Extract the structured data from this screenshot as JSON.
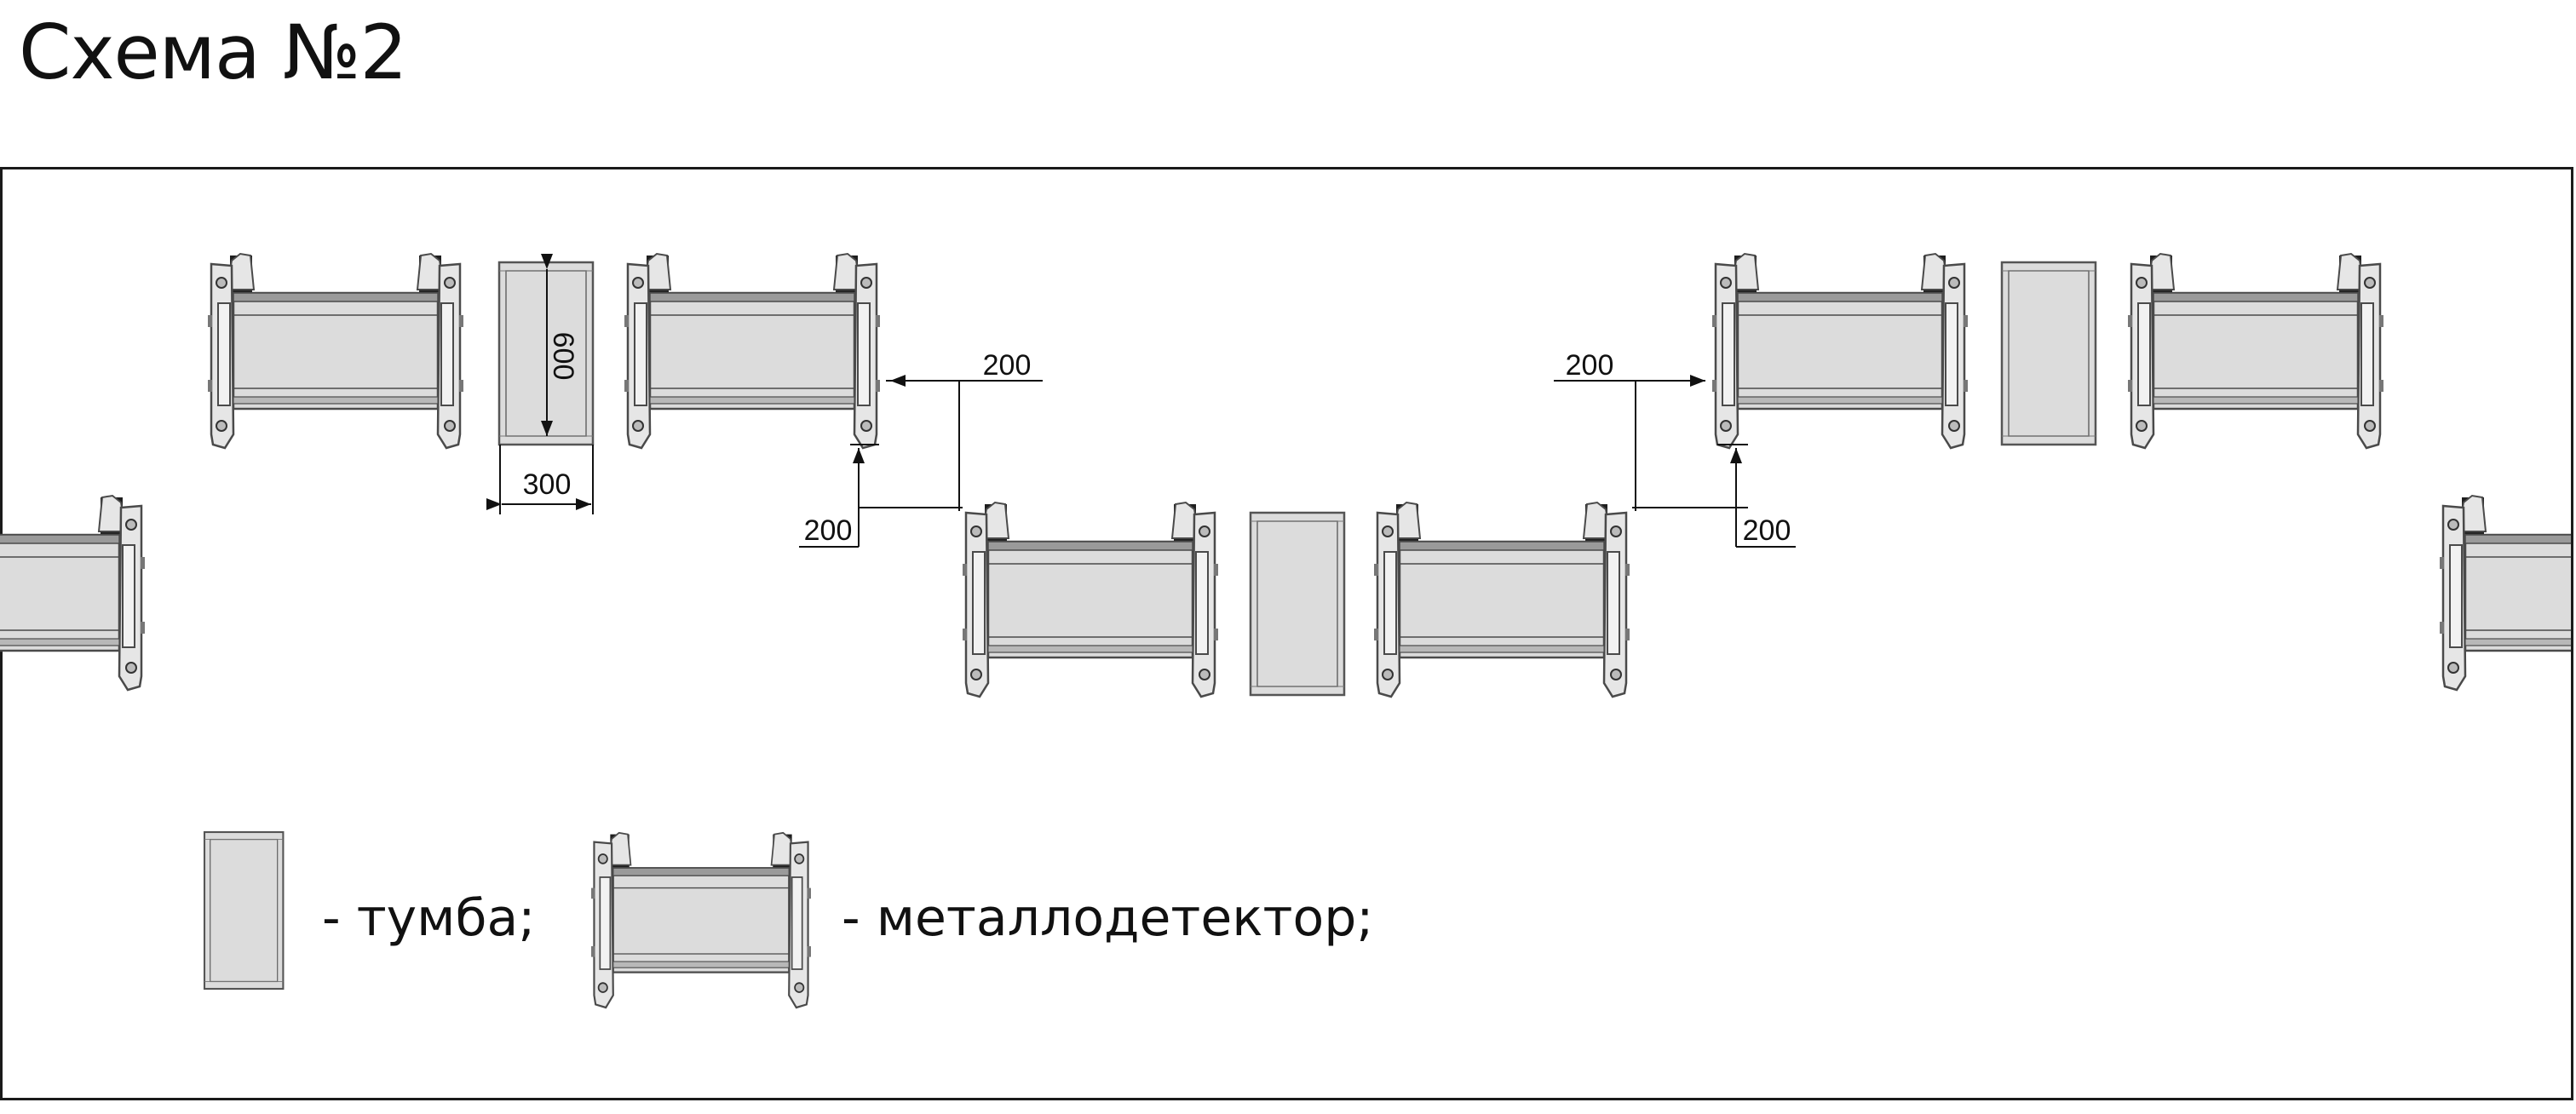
{
  "title": "Схема №2",
  "diagram": {
    "dimensions": {
      "stand_height": "600",
      "stand_width": "300",
      "offset_top_left": "200",
      "offset_vertical_left": "200",
      "offset_top_right": "200",
      "offset_vertical_right": "200"
    },
    "legend": {
      "stand_label": "- тумба;",
      "detector_label": "- металлодетектор;"
    }
  },
  "colors": {
    "panel_fill": "#dcdcdc",
    "frame_fill": "#e6e6e6",
    "outline": "#4a4a4a",
    "dark_block": "#1e1e1e",
    "border": "#1a1a1a"
  }
}
